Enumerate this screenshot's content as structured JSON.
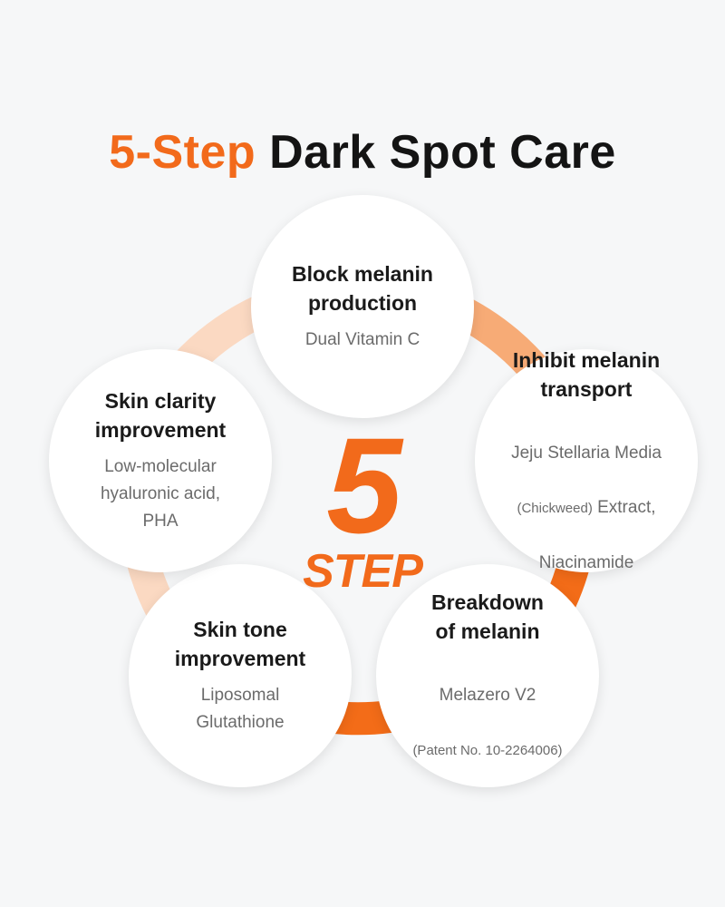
{
  "title": {
    "accent": "5-Step",
    "rest": "Dark Spot Care"
  },
  "center": {
    "number": "5",
    "word": "STEP"
  },
  "colors": {
    "accent": "#f26a1b",
    "ring_light": "#fbd9c2",
    "ring_mid": "#f7ab76",
    "ring_dark": "#f36c18",
    "background": "#f6f7f8"
  },
  "steps": [
    {
      "heading": "Block melanin\nproduction",
      "detail": "Dual Vitamin C"
    },
    {
      "heading": "Inhibit melanin\ntransport",
      "detail_line1": "Jeju Stellaria Media",
      "detail_small": "(Chickweed)",
      "detail_line2_rest": " Extract,",
      "detail_line3": "Niacinamide"
    },
    {
      "heading": "Breakdown\nof melanin",
      "detail_line1": "Melazero V2",
      "detail_small": "(Patent No. 10-2264006)"
    },
    {
      "heading": "Skin tone\nimprovement",
      "detail": "Liposomal\nGlutathione"
    },
    {
      "heading": "Skin clarity\nimprovement",
      "detail": "Low-molecular\nhyaluronic acid,\nPHA"
    }
  ]
}
